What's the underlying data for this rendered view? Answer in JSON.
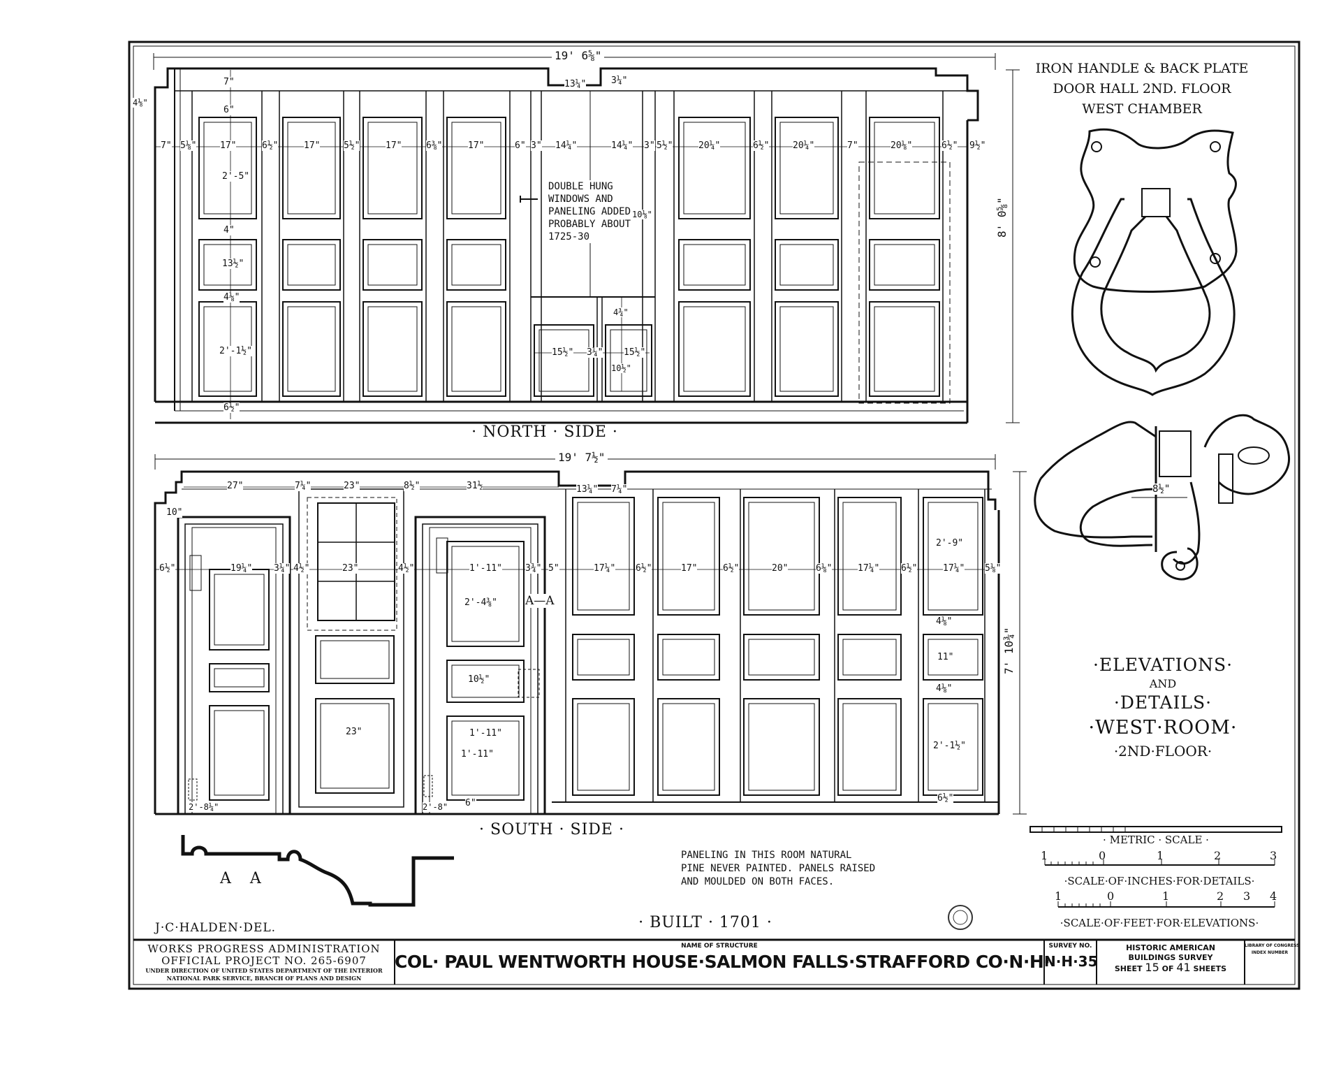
{
  "north_side": {
    "label": "· NORTH · SIDE ·",
    "overall_width": "19' 6⅝\"",
    "height": "8' 0⅝\"",
    "note": [
      "DOUBLE HUNG",
      "WINDOWS AND",
      "PANELING ADDED",
      "PROBABLY ABOUT",
      "1725-30"
    ],
    "dims_row": [
      "7\"",
      "5⅛\"",
      "17\"",
      "6½\"",
      "17\"",
      "5½\"",
      "17\"",
      "6⅜\"",
      "17\"",
      "6\"",
      "3\"",
      "14¼\"",
      "14¼\"",
      "3\"",
      "5½\"",
      "20¼\"",
      "6½\"",
      "20¼\"",
      "7\"",
      "20⅛\"",
      "6½\"",
      "9½\""
    ],
    "vertical_dims": [
      "7\"",
      "6\"",
      "2'-5\"",
      "4\"",
      "13½\"",
      "4⅛\"",
      "2'-1½\"",
      "6½\""
    ],
    "window_dims": [
      "13¼\"",
      "3¼\"",
      "15½\"",
      "3¼\"",
      "15½\"",
      "10½\"",
      "4¾\"",
      "10⅛\"",
      "4⅛\""
    ]
  },
  "south_side": {
    "label": "· SOUTH · SIDE ·",
    "overall_width": "19' 7½\"",
    "height": "7' 10¾\"",
    "top_dims": [
      "10\"",
      "27\"",
      "7¼\"",
      "23\"",
      "8½\"",
      "31½",
      "13¼\"",
      "7¼\""
    ],
    "dims_row": [
      "6½\"",
      "19¼\"",
      "3¼\"",
      "4½\"",
      "23\"",
      "4½\"",
      "1'-11\"",
      "3¾\"",
      "5\"",
      "17¼\"",
      "6½\"",
      "17\"",
      "6½\"",
      "20\"",
      "6⅛\"",
      "17¼\"",
      "6½\"",
      "17¼\"",
      "5⅛\""
    ],
    "door_dims": [
      "2'-4⅜\"",
      "10½\"",
      "1'-11\"",
      "1'-11\"",
      "6\"",
      "2'-8¼\"",
      "2'-8\"",
      "23\""
    ],
    "right_dims": [
      "2'-9\"",
      "4⅛\"",
      "11\"",
      "4⅛\"",
      "2'-1½\"",
      "6½\""
    ],
    "section_mark": "A—A"
  },
  "handle_detail": {
    "title_lines": [
      "IRON HANDLE & BACK PLATE",
      "DOOR HALL 2ND. FLOOR",
      "WEST CHAMBER"
    ],
    "dim": "8½\""
  },
  "sheet_title": {
    "line1": "·ELEVATIONS·",
    "line2": "AND",
    "line3": "·DETAILS·",
    "line4": "·WEST·ROOM·",
    "line5": "·2ND·FLOOR·"
  },
  "scales": {
    "metric_label": "· METRIC · SCALE ·",
    "metric_numbers": [
      "1",
      "0",
      "1",
      "2",
      "3"
    ],
    "inches_label": "·SCALE·OF·INCHES·FOR·DETAILS·",
    "inches_numbers": [
      "1",
      "0",
      "1",
      "2",
      "3",
      "4"
    ],
    "feet_label": "·SCALE·OF·FEET·FOR·ELEVATIONS·"
  },
  "section_label": "A A",
  "paneling_note": [
    "PANELING IN THIS ROOM NATURAL",
    "PINE NEVER PAINTED. PANELS RAISED",
    "AND MOULDED ON BOTH FACES."
  ],
  "delineator": "J·C·HALDEN·DEL.",
  "built": "· BUILT · 1701 ·",
  "title_block": {
    "wpa_line1": "WORKS PROGRESS ADMINISTRATION",
    "wpa_line2": "OFFICIAL PROJECT NO. 265-6907",
    "wpa_line3": "UNDER DIRECTION OF UNITED STATES DEPARTMENT OF THE INTERIOR",
    "wpa_line4": "NATIONAL PARK SERVICE, BRANCH OF PLANS AND DESIGN",
    "name_caption": "NAME OF STRUCTURE",
    "structure_name": "COL· PAUL WENTWORTH HOUSE·SALMON FALLS·STRAFFORD CO·N·H·",
    "survey_caption": "SURVEY NO.",
    "survey_no": "N·H·35",
    "habs_line1": "HISTORIC AMERICAN",
    "habs_line2": "BUILDINGS SURVEY",
    "sheet_word": "SHEET",
    "sheet_no": "15",
    "of_word": "OF",
    "sheet_total": "41",
    "sheets_word": "SHEETS",
    "loc_line1": "LIBRARY OF CONGRESS",
    "loc_line2": "INDEX NUMBER"
  }
}
